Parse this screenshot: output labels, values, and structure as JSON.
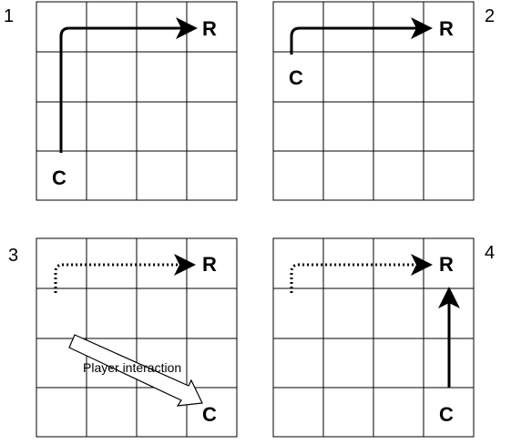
{
  "colors": {
    "ink": "#000000",
    "background": "#ffffff"
  },
  "panels": [
    {
      "number": "1",
      "route_letter": "R",
      "car_letter": "C",
      "route_style": "solid",
      "note": ""
    },
    {
      "number": "2",
      "route_letter": "R",
      "car_letter": "C",
      "route_style": "solid",
      "note": ""
    },
    {
      "number": "3",
      "route_letter": "R",
      "car_letter": "C",
      "route_style": "dotted",
      "note": "Player interaction"
    },
    {
      "number": "4",
      "route_letter": "R",
      "car_letter": "C",
      "route_style": "dotted",
      "note": ""
    }
  ]
}
